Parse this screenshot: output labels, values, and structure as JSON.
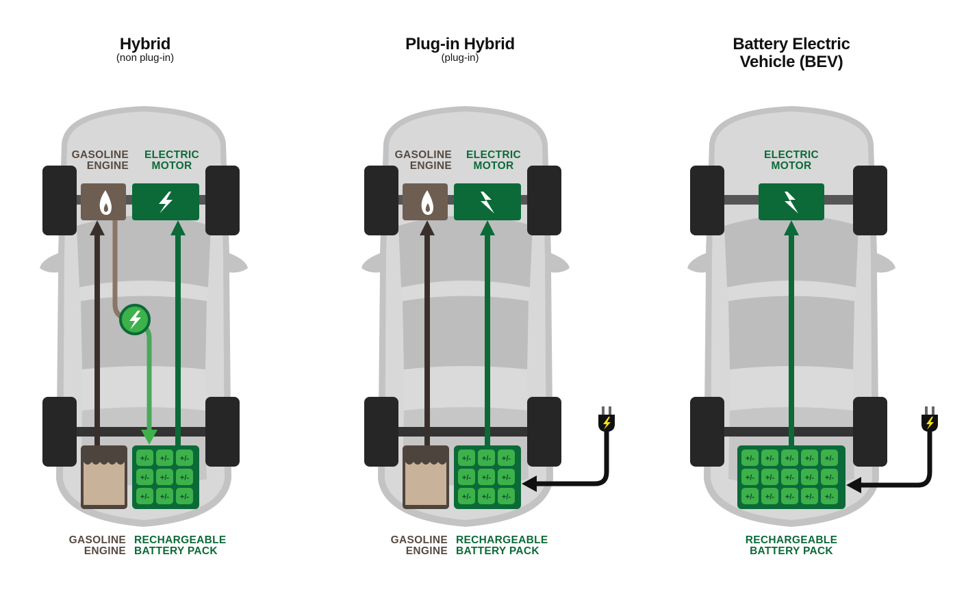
{
  "colors": {
    "gas_brown": "#6e5e52",
    "gas_dark": "#3a302b",
    "fuel_tan": "#c9b29a",
    "motor_green": "#0b6a38",
    "cell_green": "#3db14a",
    "regen_green": "#3db14a",
    "body_gray": "#d6d6d6",
    "tire_black": "#262626",
    "plug_yellow": "#f3e21a"
  },
  "panels": [
    {
      "id": "hybrid",
      "title": "Hybrid",
      "subtitle": "(non plug-in)",
      "top_labels": {
        "gas_line1": "GASOLINE",
        "gas_line2": "ENGINE",
        "motor_line1": "ELECTRIC",
        "motor_line2": "MOTOR"
      },
      "bottom_labels": {
        "gas_line1": "GASOLINE",
        "gas_line2": "ENGINE",
        "battery_line1": "RECHARGEABLE",
        "battery_line2": "BATTERY PACK"
      },
      "battery_cell_label": "+/-",
      "battery_grid": [
        3,
        3
      ],
      "has_engine": true,
      "has_generator": true,
      "has_plug": false
    },
    {
      "id": "plugin-hybrid",
      "title": "Plug-in Hybrid",
      "subtitle": "(plug-in)",
      "top_labels": {
        "gas_line1": "GASOLINE",
        "gas_line2": "ENGINE",
        "motor_line1": "ELECTRIC",
        "motor_line2": "MOTOR"
      },
      "bottom_labels": {
        "gas_line1": "GASOLINE",
        "gas_line2": "ENGINE",
        "battery_line1": "RECHARGEABLE",
        "battery_line2": "BATTERY PACK"
      },
      "battery_cell_label": "+/-",
      "battery_grid": [
        3,
        3
      ],
      "has_engine": true,
      "has_generator": false,
      "has_plug": true
    },
    {
      "id": "bev",
      "title": "Battery Electric",
      "title_line2": "Vehicle (BEV)",
      "top_labels": {
        "motor_line1": "ELECTRIC",
        "motor_line2": "MOTOR"
      },
      "bottom_labels": {
        "battery_line1": "RECHARGEABLE",
        "battery_line2": "BATTERY PACK"
      },
      "battery_cell_label": "+/-",
      "battery_grid": [
        5,
        3
      ],
      "has_engine": false,
      "has_generator": false,
      "has_plug": true
    }
  ],
  "icons": {
    "engine": "flame-icon",
    "motor": "lightning-bolt-icon",
    "generator": "lightning-bolt-icon",
    "fuel_tank": "fuel-tank-icon",
    "plug": "power-plug-icon"
  }
}
